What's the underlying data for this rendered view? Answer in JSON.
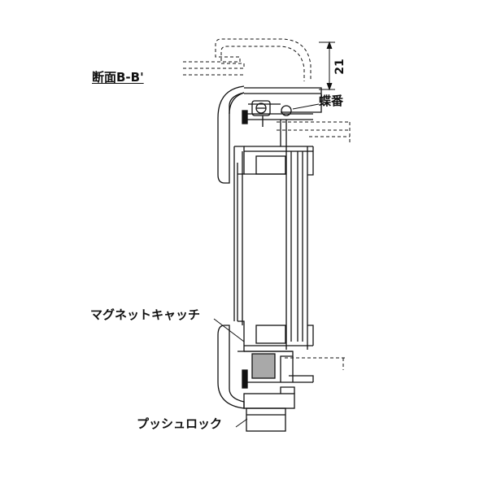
{
  "section_title": "断面B-B'",
  "dimension_value": "21",
  "labels": {
    "hinge": "蝶番",
    "magnet_catch": "マグネットキャッチ",
    "push_lock": "プッシュロック"
  },
  "colors": {
    "line": "#111111",
    "magnet_fill": "#a9a9a9",
    "dark_block": "#111111"
  }
}
